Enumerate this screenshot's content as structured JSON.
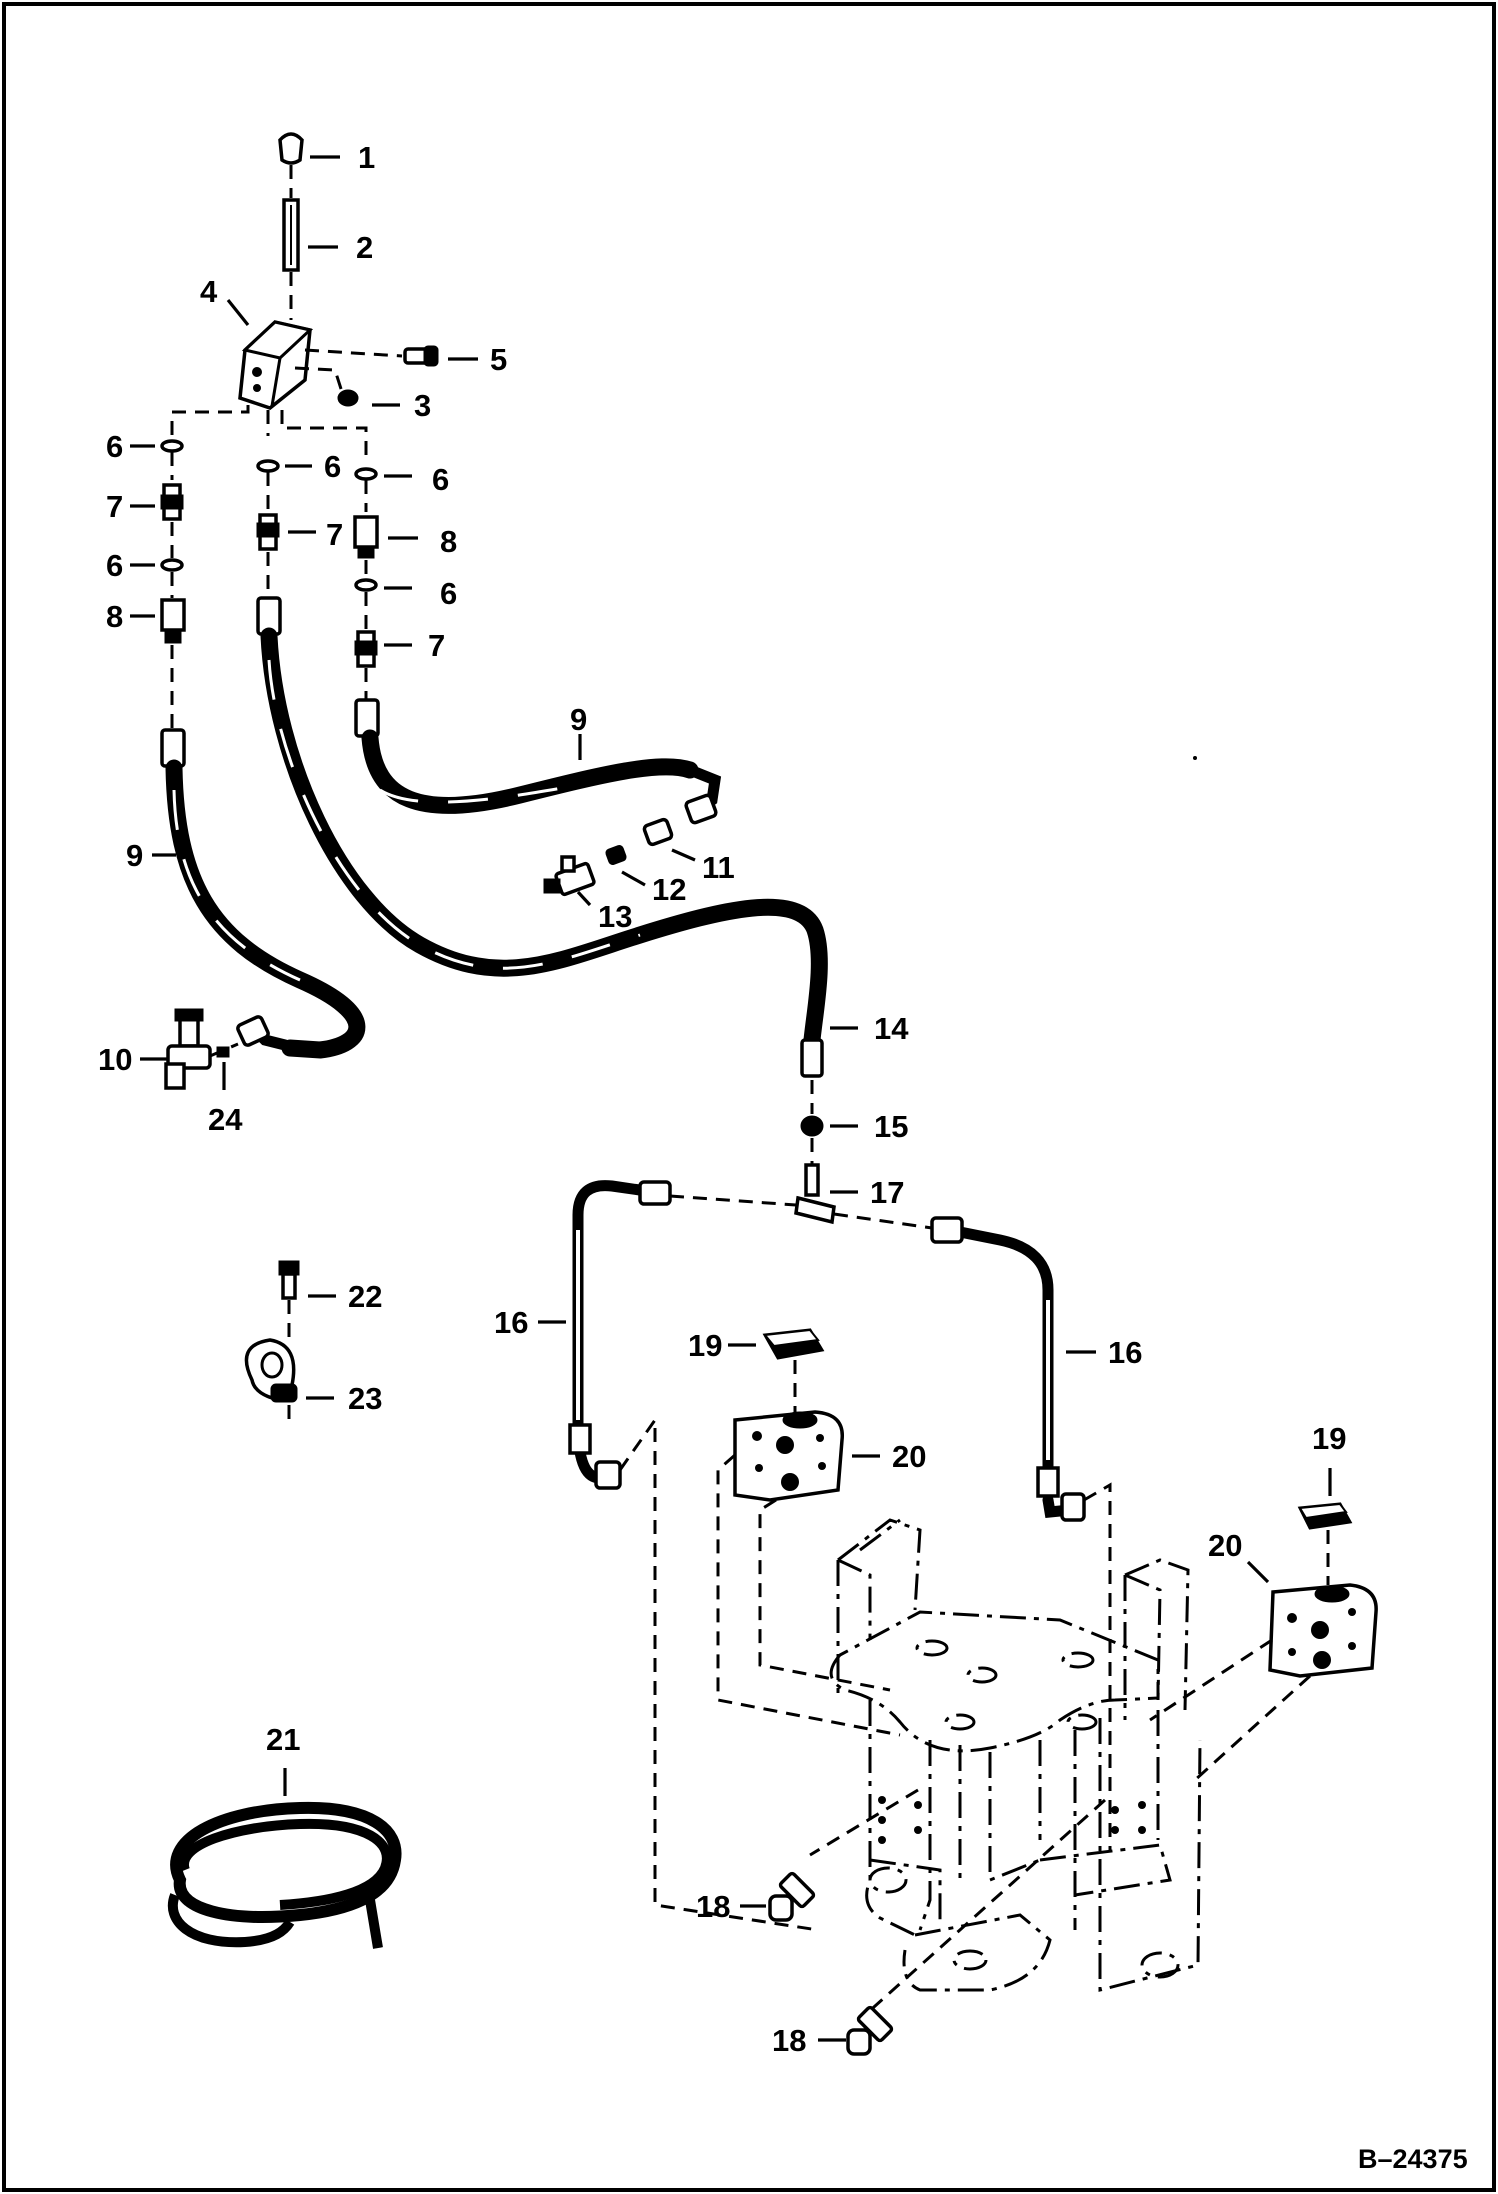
{
  "diagram": {
    "document_number": "B–24375",
    "callouts": [
      {
        "id": "1",
        "label": "1"
      },
      {
        "id": "2",
        "label": "2"
      },
      {
        "id": "3",
        "label": "3"
      },
      {
        "id": "4",
        "label": "4"
      },
      {
        "id": "5",
        "label": "5"
      },
      {
        "id": "6a",
        "label": "6"
      },
      {
        "id": "6b",
        "label": "6"
      },
      {
        "id": "6c",
        "label": "6"
      },
      {
        "id": "6d",
        "label": "6"
      },
      {
        "id": "6e",
        "label": "6"
      },
      {
        "id": "7a",
        "label": "7"
      },
      {
        "id": "7b",
        "label": "7"
      },
      {
        "id": "7c",
        "label": "7"
      },
      {
        "id": "8a",
        "label": "8"
      },
      {
        "id": "8b",
        "label": "8"
      },
      {
        "id": "9a",
        "label": "9"
      },
      {
        "id": "9b",
        "label": "9"
      },
      {
        "id": "10",
        "label": "10"
      },
      {
        "id": "11",
        "label": "11"
      },
      {
        "id": "12",
        "label": "12"
      },
      {
        "id": "13",
        "label": "13"
      },
      {
        "id": "14",
        "label": "14"
      },
      {
        "id": "15",
        "label": "15"
      },
      {
        "id": "16a",
        "label": "16"
      },
      {
        "id": "16b",
        "label": "16"
      },
      {
        "id": "17",
        "label": "17"
      },
      {
        "id": "18a",
        "label": "18"
      },
      {
        "id": "18b",
        "label": "18"
      },
      {
        "id": "19a",
        "label": "19"
      },
      {
        "id": "19b",
        "label": "19"
      },
      {
        "id": "20a",
        "label": "20"
      },
      {
        "id": "20b",
        "label": "20"
      },
      {
        "id": "21",
        "label": "21"
      },
      {
        "id": "22",
        "label": "22"
      },
      {
        "id": "23",
        "label": "23"
      },
      {
        "id": "24",
        "label": "24"
      }
    ]
  }
}
